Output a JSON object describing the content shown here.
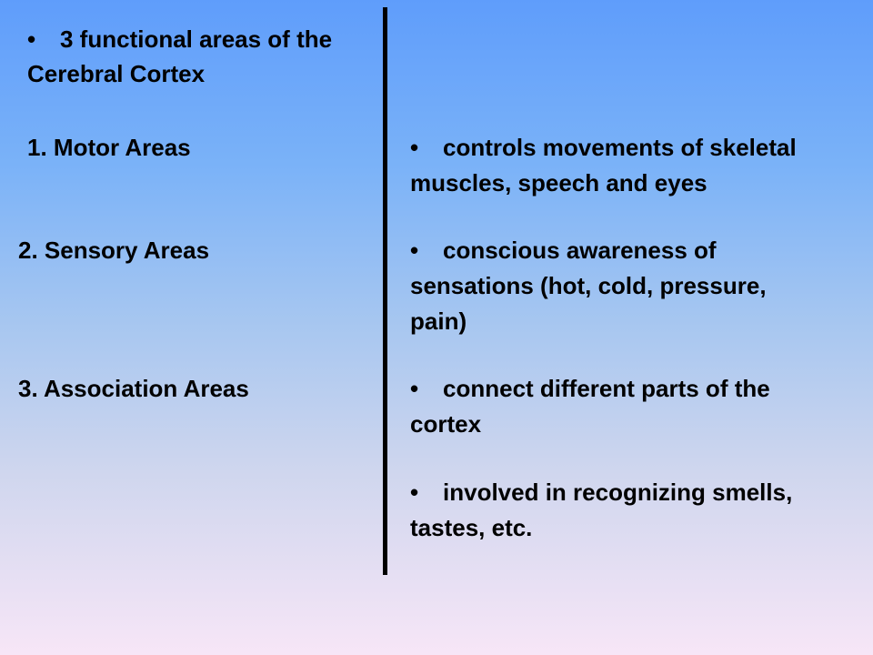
{
  "slide": {
    "heading_bullet": "•",
    "heading": "3 functional areas of the",
    "heading_line2": "Cerebral Cortex",
    "areas": [
      {
        "label": "1.  Motor Areas"
      },
      {
        "label": "2.  Sensory Areas"
      },
      {
        "label": "3.  Association Areas"
      }
    ],
    "descriptions": [
      {
        "bullet": "•",
        "line1": "controls movements of skeletal",
        "line2": "muscles, speech and eyes",
        "line3": ""
      },
      {
        "bullet": "•",
        "line1": "conscious awareness of",
        "line2": "sensations (hot, cold, pressure,",
        "line3": "pain)"
      },
      {
        "bullet": "•",
        "line1": "connect different parts of the",
        "line2": "cortex",
        "line3": ""
      },
      {
        "bullet": "•",
        "line1": "involved in recognizing smells,",
        "line2": "tastes, etc.",
        "line3": ""
      }
    ]
  }
}
